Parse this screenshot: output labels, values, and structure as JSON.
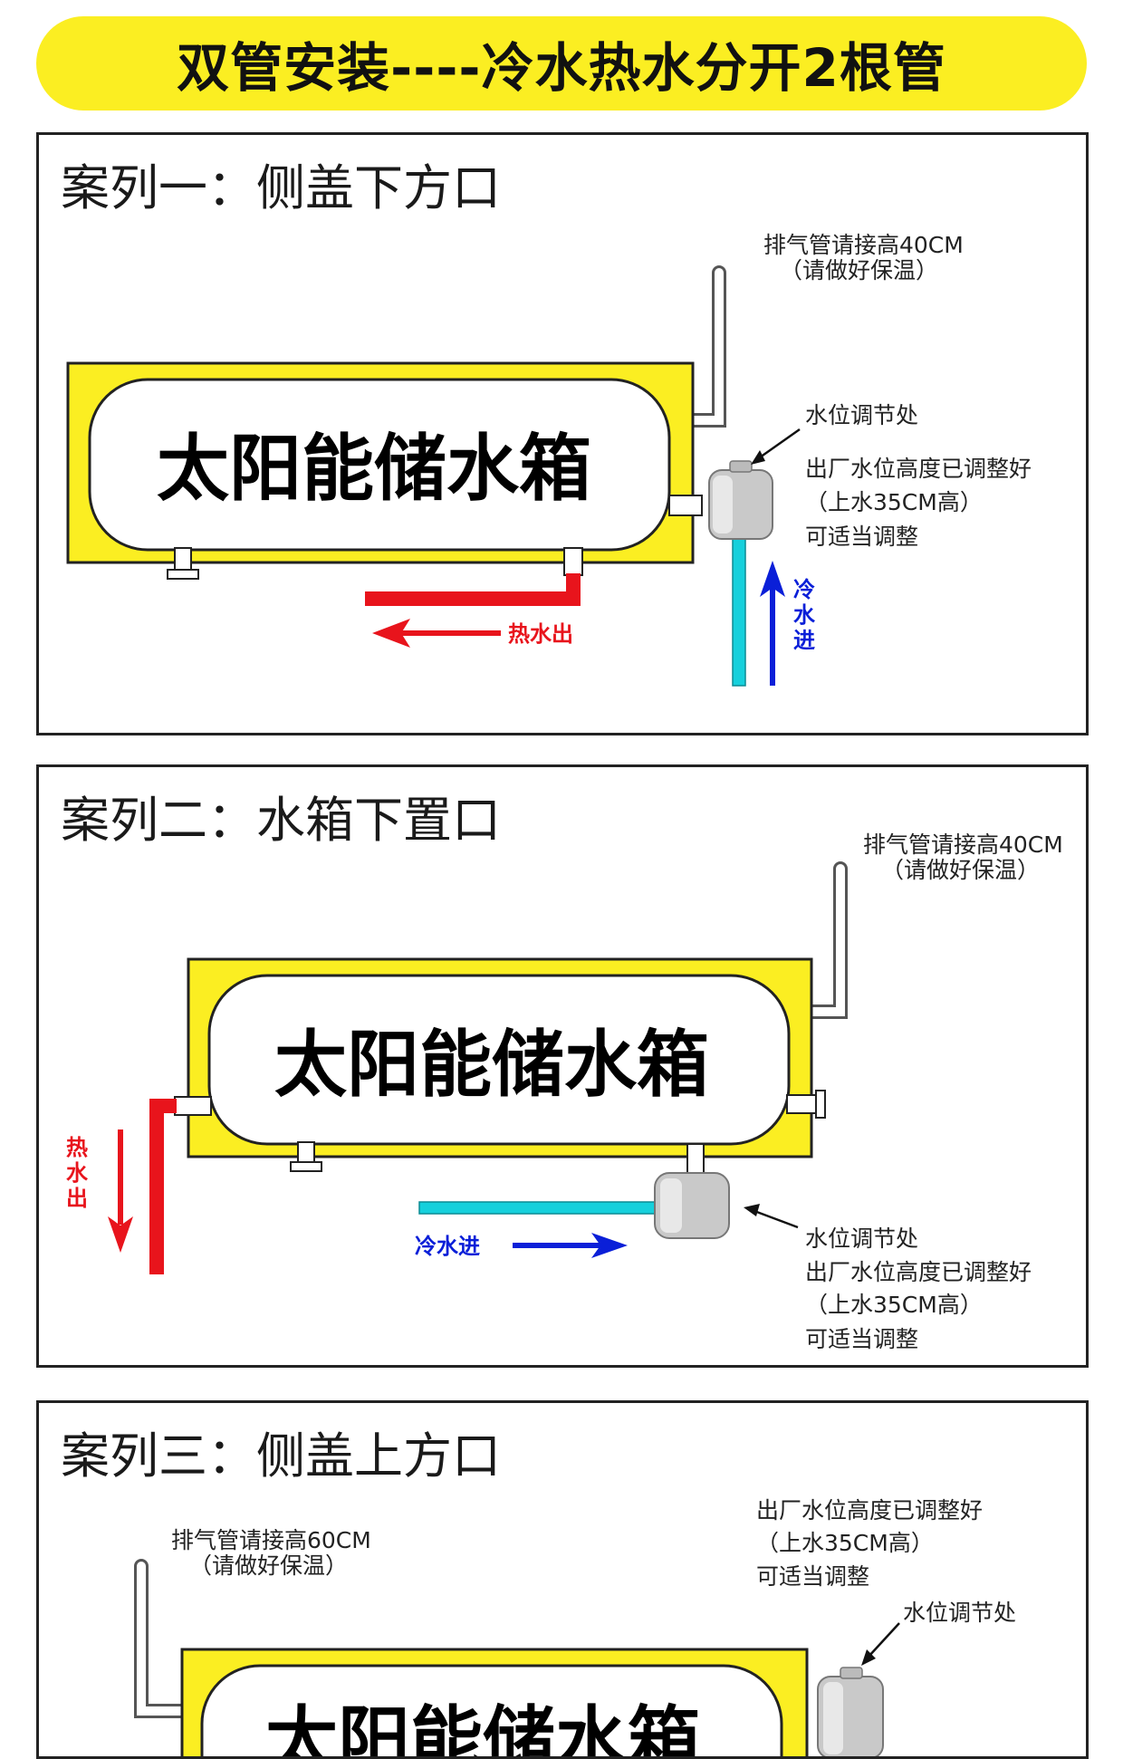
{
  "banner": {
    "title": "双管安装----冷水热水分开2根管"
  },
  "cases": [
    {
      "title": "案列一：侧盖下方口",
      "tank_label": "太阳能储水箱",
      "vent_note": "排气管请接高40CM",
      "vent_note_sub": "（请做好保温）",
      "valve_label": "水位调节处",
      "factory_note": "出厂水位高度已调整好",
      "factory_note_sub": "（上水35CM高）",
      "adjust_note": "可适当调整",
      "hot_out": "热水出",
      "cold_in": [
        "冷",
        "水",
        "进"
      ]
    },
    {
      "title": "案列二：水箱下置口",
      "tank_label": "太阳能储水箱",
      "vent_note": "排气管请接高40CM",
      "vent_note_sub": "（请做好保温）",
      "valve_label": "水位调节处",
      "factory_note": "出厂水位高度已调整好",
      "factory_note_sub": "（上水35CM高）",
      "adjust_note": "可适当调整",
      "hot_out": [
        "热",
        "水",
        "出"
      ],
      "cold_in": "冷水进"
    },
    {
      "title": "案列三：侧盖上方口",
      "tank_label": "太阳能储水箱",
      "vent_note": "排气管请接高60CM",
      "vent_note_sub": "（请做好保温）",
      "valve_label": "水位调节处",
      "factory_note": "出厂水位高度已调整好",
      "factory_note_sub": "（上水35CM高）",
      "adjust_note": "可适当调整"
    }
  ],
  "colors": {
    "banner": "#fbee22",
    "tank_shell": "#fbee22",
    "hot_pipe": "#e8141c",
    "cold_pipe": "#16d0dc",
    "cold_arrow": "#0a1fd8"
  }
}
